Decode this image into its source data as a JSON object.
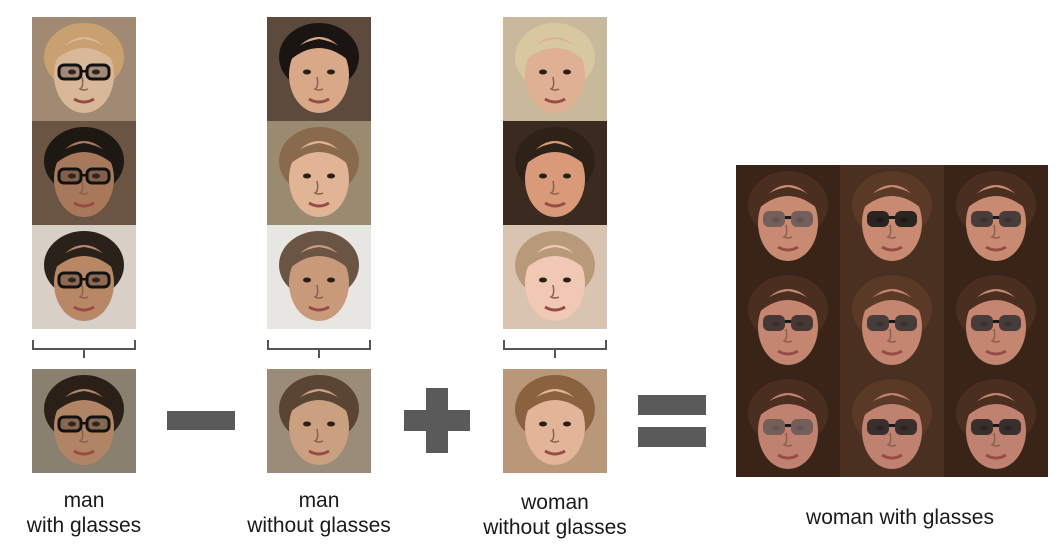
{
  "operators": {
    "minus": "minus-operator",
    "plus": "plus-operator",
    "equals": "equals-operator"
  },
  "groups": [
    {
      "id": "man-with-glasses",
      "label": "man\nwith glasses",
      "inputs": [
        {
          "skin": "#d9b89a",
          "hair": "#c9a070",
          "bg": "#a08a74",
          "glasses": true
        },
        {
          "skin": "#a8785a",
          "hair": "#1e1812",
          "bg": "#6a5444",
          "glasses": true
        },
        {
          "skin": "#b88866",
          "hair": "#2a221a",
          "bg": "#d8cfc6",
          "glasses": true
        }
      ],
      "average": {
        "skin": "#b08464",
        "hair": "#2a2018",
        "bg": "#8a8070",
        "glasses": true
      }
    },
    {
      "id": "man-without-glasses",
      "label": "man\nwithout glasses",
      "inputs": [
        {
          "skin": "#d8a888",
          "hair": "#1a1412",
          "bg": "#5c4a3c",
          "glasses": false
        },
        {
          "skin": "#e0b494",
          "hair": "#8a6a4c",
          "bg": "#9a8a70",
          "glasses": false
        },
        {
          "skin": "#c89a7a",
          "hair": "#6a5444",
          "bg": "#e8e6e2",
          "glasses": false
        }
      ],
      "average": {
        "skin": "#caa080",
        "hair": "#5a4434",
        "bg": "#9a8c78",
        "glasses": false
      }
    },
    {
      "id": "woman-without-glasses",
      "label": "woman\nwithout glasses",
      "inputs": [
        {
          "skin": "#e0b094",
          "hair": "#d8c8a0",
          "bg": "#c8b89c",
          "glasses": false
        },
        {
          "skin": "#d89a78",
          "hair": "#2e2218",
          "bg": "#3a2a20",
          "glasses": false
        },
        {
          "skin": "#f0c8b4",
          "hair": "#b89a7a",
          "bg": "#d8c4b0",
          "glasses": false
        }
      ],
      "average": {
        "skin": "#e2b498",
        "hair": "#8a6240",
        "bg": "#b89878",
        "glasses": false
      }
    }
  ],
  "result": {
    "label": "woman with glasses",
    "grid": [
      {
        "skin": "#c98a72",
        "hair": "#4a2e20",
        "bg": "#3a2418",
        "lens": "#6a5a58"
      },
      {
        "skin": "#c98a72",
        "hair": "#5a3a26",
        "bg": "#4a3020",
        "lens": "#1a1a1a"
      },
      {
        "skin": "#c98a72",
        "hair": "#4a2e20",
        "bg": "#3a2418",
        "lens": "#3a3434"
      },
      {
        "skin": "#c48670",
        "hair": "#4a2e20",
        "bg": "#3a2418",
        "lens": "#3a3030"
      },
      {
        "skin": "#c48670",
        "hair": "#5a3a26",
        "bg": "#4a3020",
        "lens": "#3a3434"
      },
      {
        "skin": "#c48670",
        "hair": "#4a2e20",
        "bg": "#3a2418",
        "lens": "#3a3434"
      },
      {
        "skin": "#c08270",
        "hair": "#4a2e20",
        "bg": "#3a2418",
        "lens": "#6a5a58"
      },
      {
        "skin": "#c08270",
        "hair": "#5a3a26",
        "bg": "#4a3020",
        "lens": "#2a2626"
      },
      {
        "skin": "#c08270",
        "hair": "#4a2e20",
        "bg": "#3a2418",
        "lens": "#2a2626"
      }
    ]
  }
}
